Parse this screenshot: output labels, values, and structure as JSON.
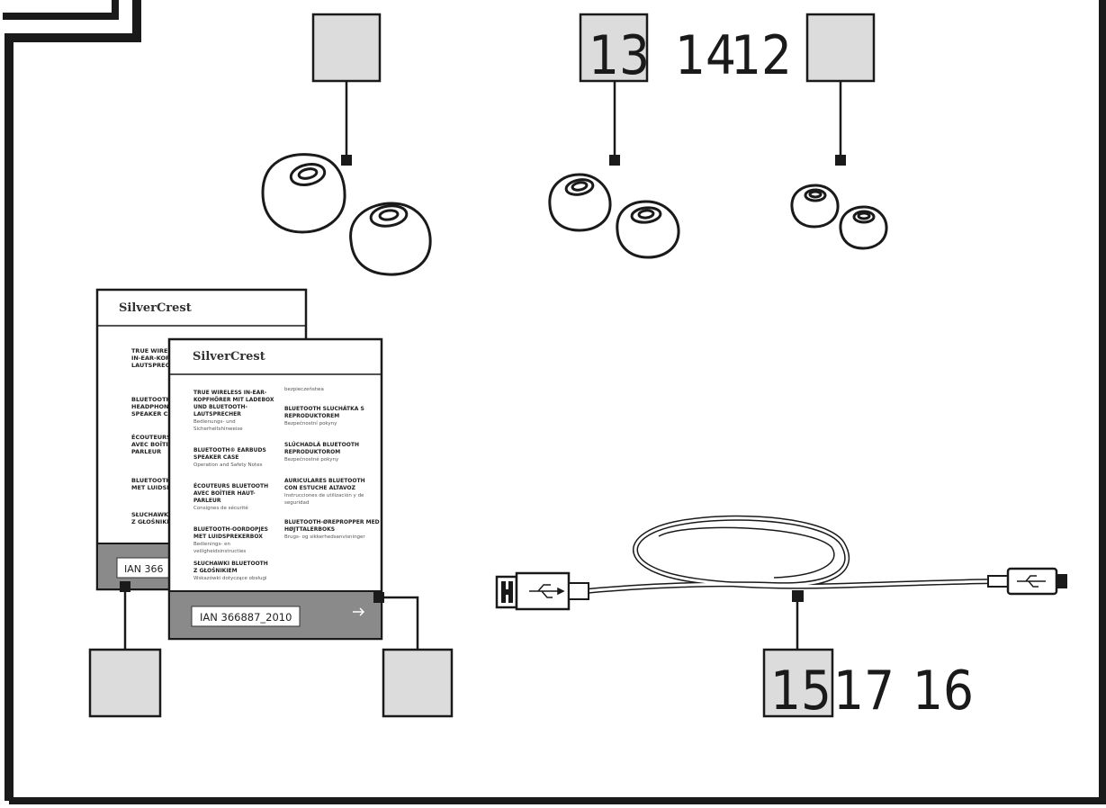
{
  "callouts": {
    "tips_medium": "13",
    "tips_large": "14",
    "tips_small": "12",
    "cable_a": "15",
    "cable_b": "17",
    "cable_c": "16"
  },
  "documents": {
    "back": {
      "brand": "SilverCrest",
      "lines": [
        "TRUE WIRELESS",
        "IN-EAR-KOPFHÖRER MIT",
        "LAUTSPRECHER",
        "BLUETOOTH",
        "HEADPHONES W",
        "SPEAKER CASE",
        "ÉCOUTEURS BLU",
        "AVEC BOÎTIER HA",
        "PARLEUR",
        "BLUETOOTH",
        "MET LUIDSPREKE",
        "SŁUCHAWKI BLU",
        "Z GŁOŚNIKIEM"
      ],
      "ian": "IAN 366"
    },
    "front": {
      "brand": "SilverCrest",
      "col1": [
        "TRUE WIRELESS IN-EAR-",
        "KOPFHÖRER MIT LADEBOX",
        "UND BLUETOOTH-",
        "LAUTSPRECHER",
        "Bedienungs- und",
        "Sicherheitshinweise",
        "BLUETOOTH® EARBUDS",
        "SPEAKER CASE",
        "Operation and Safety Notes",
        "ÉCOUTEURS BLUETOOTH",
        "AVEC BOÎTIER HAUT-",
        "PARLEUR",
        "Consignes de sécurité",
        "BLUETOOTH-OORDOPJES",
        "MET LUIDSPREKERBOX",
        "Bedienings- en",
        "veiligheidsinstructies",
        "SŁUCHAWKI BLUETOOTH",
        "Z GŁOŚNIKIEM",
        "Wskazówki dotyczące obsługi"
      ],
      "col2": [
        "bezpieczeństwa",
        "BLUETOOTH SLUCHÁTKA S",
        "REPRODUKTOREM",
        "Bezpečnostní pokyny",
        "SLÚCHADLÁ BLUETOOTH",
        "REPRODUKTOROM",
        "Bezpečnostné pokyny",
        "AURICULARES BLUETOOTH",
        "CON ESTUCHE ALTAVOZ",
        "Instrucciones de utilización y de",
        "seguridad",
        "BLUETOOTH-ØREPROPPER MED",
        "HØJTTALERBOKS",
        "Brugs- og sikkerhedsanvisninger"
      ],
      "ian": "IAN 366887_2010"
    }
  },
  "colors": {
    "stroke": "#1a1a1a",
    "box_fill": "#dcdcdc",
    "doc_band": "#8a8a8a"
  },
  "icons": {
    "usb_a": "usb-a-plug-icon",
    "usb_c": "usb-c-plug-icon",
    "usb_symbol": "usb-trident-icon"
  }
}
